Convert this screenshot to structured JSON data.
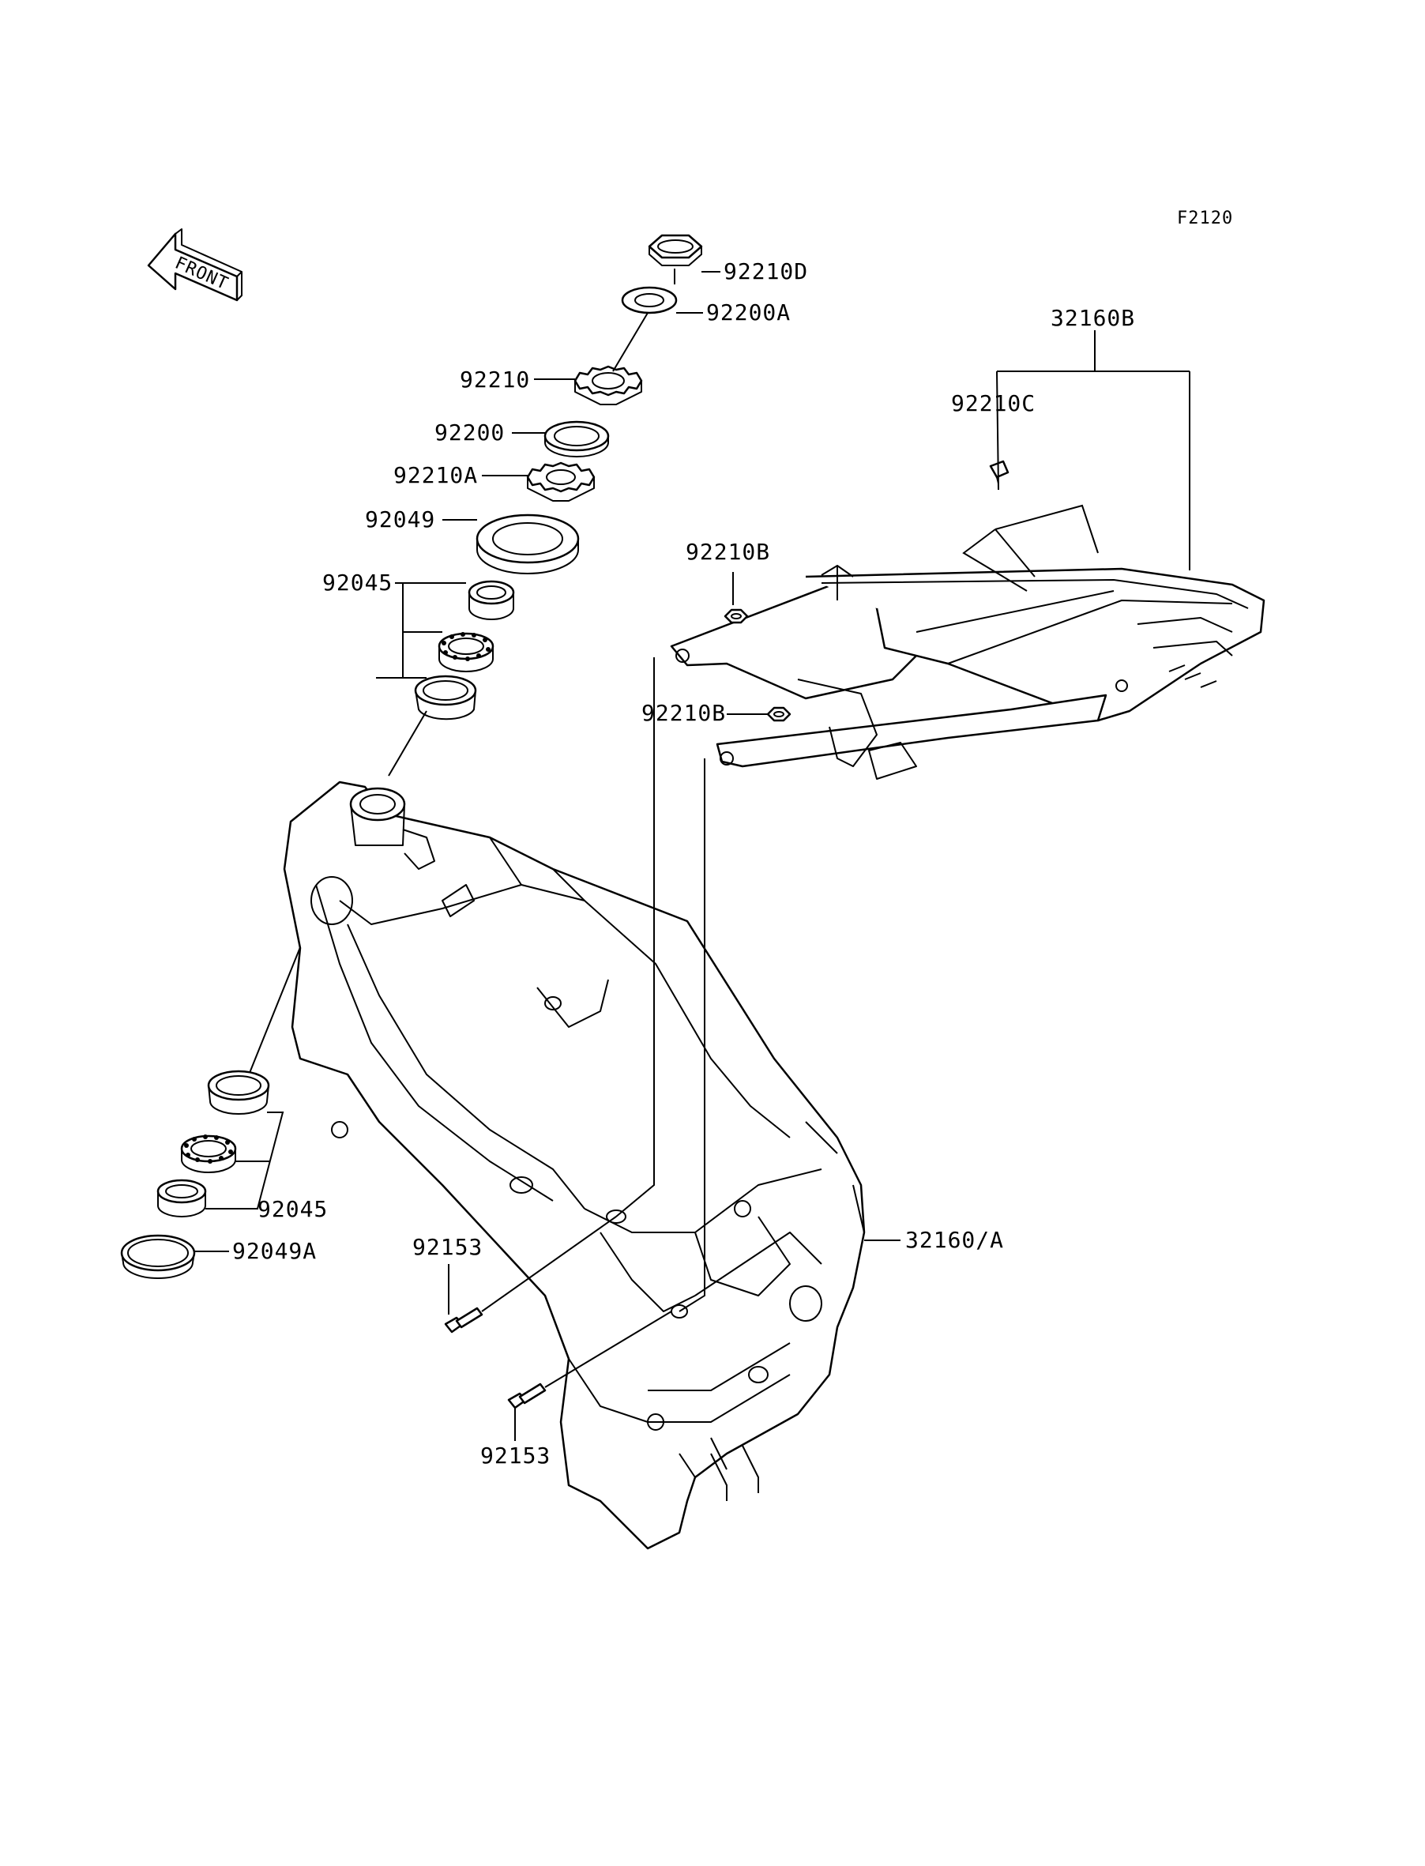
{
  "diagram_code": "F2120",
  "front_arrow_label": "FRONT",
  "labels": {
    "p92210D": "92210D",
    "p92200A": "92200A",
    "p92210": "92210",
    "p92200": "92200",
    "p92210A": "92210A",
    "p92049": "92049",
    "p92045_top": "92045",
    "p92045_bottom": "92045",
    "p92049A": "92049A",
    "p92153_top": "92153",
    "p92153_bottom": "92153",
    "p32160B": "32160B",
    "p92210C": "92210C",
    "p92210B_top": "92210B",
    "p92210B_bottom": "92210B",
    "p32160A": "32160/A"
  }
}
